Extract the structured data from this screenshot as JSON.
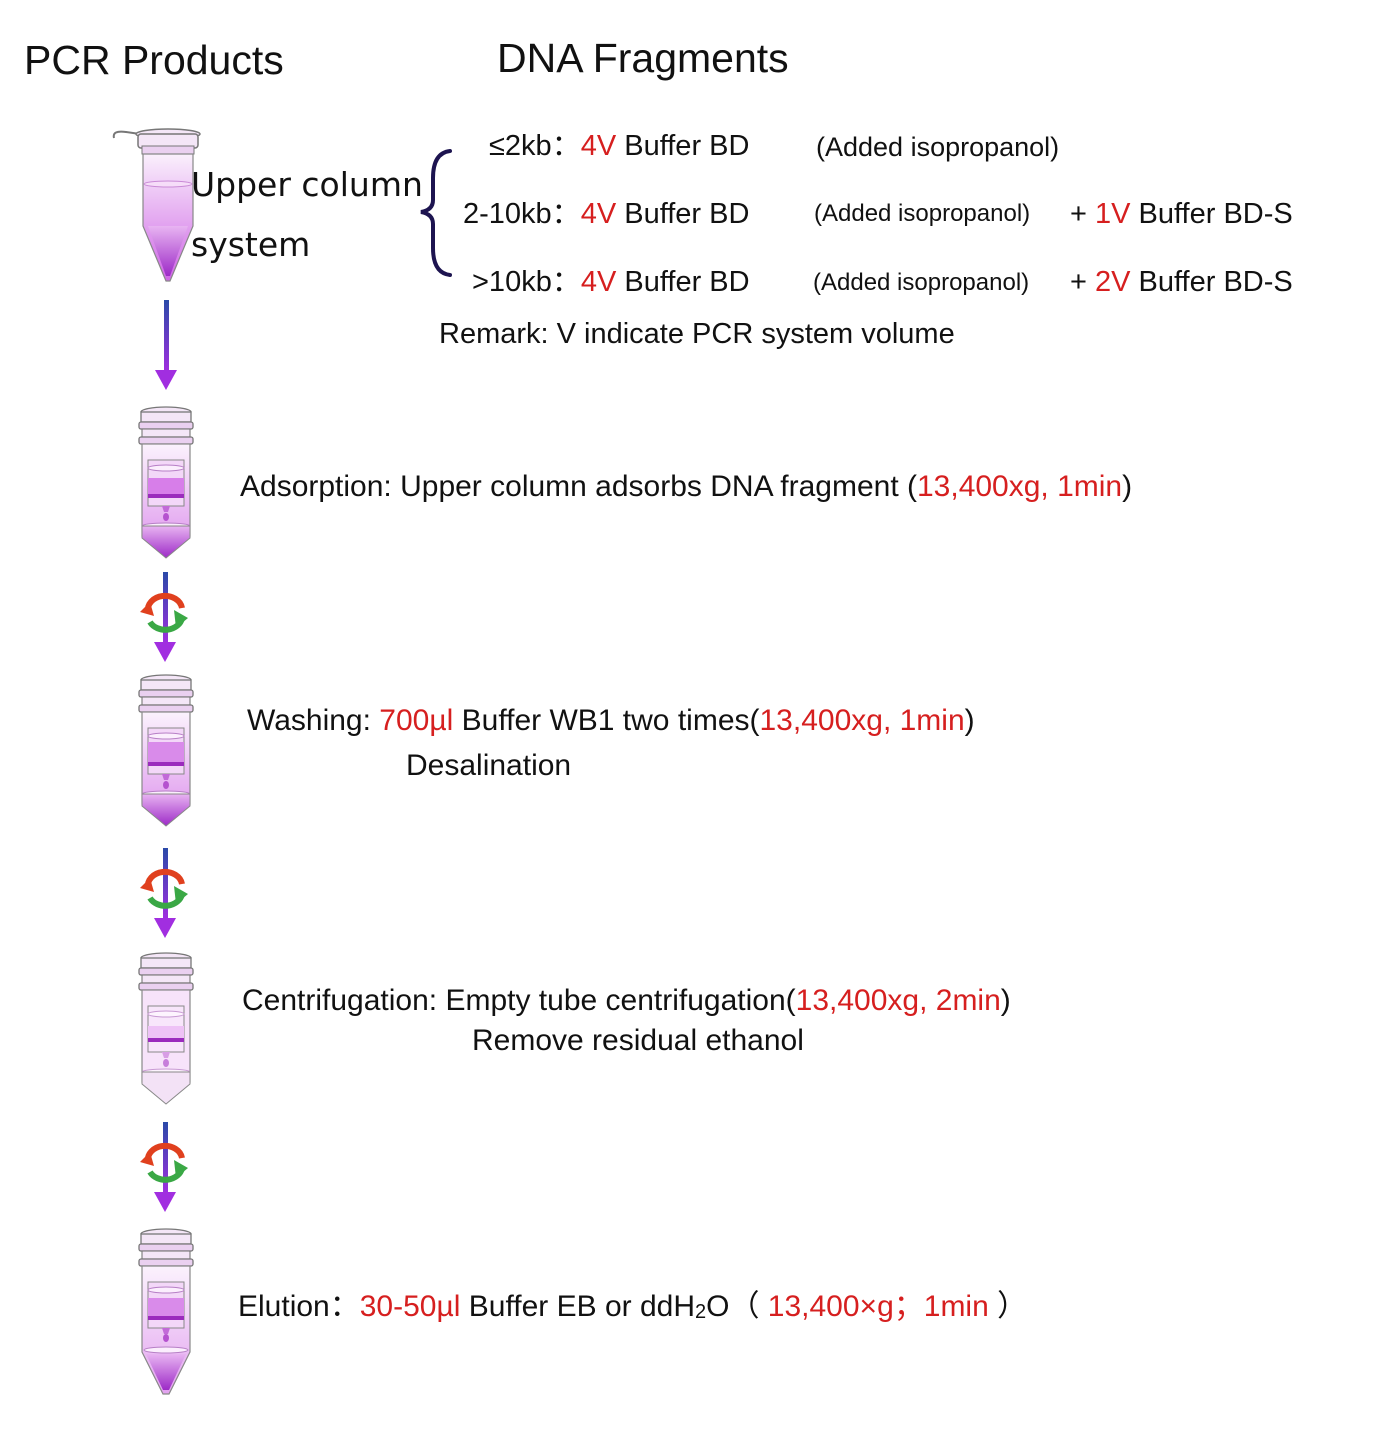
{
  "header": {
    "left_title": "PCR Products",
    "right_title": "DNA Fragments"
  },
  "tube1_label": {
    "line1": "Upper column",
    "line2": "system"
  },
  "conditions": [
    {
      "size": "≤2kb",
      "sep": "：",
      "v1": "4V",
      "b1": "Buffer BD",
      "note": "(Added isopropanol)",
      "plus": "",
      "v2": "",
      "b2": ""
    },
    {
      "size": "2-10kb",
      "sep": "：",
      "v1": "4V",
      "b1": "Buffer BD",
      "note": "(Added isopropanol)",
      "plus": "+",
      "v2": "1V",
      "b2": "Buffer BD-S"
    },
    {
      "size": ">10kb",
      "sep": "：",
      "v1": "4V",
      "b1": "Buffer BD",
      "note": "(Added isopropanol)",
      "plus": "+",
      "v2": "2V",
      "b2": "Buffer BD-S"
    }
  ],
  "remark": "Remark: V indicate PCR system volume",
  "steps": {
    "adsorption": {
      "label": "Adsorption: Upper column adsorbs DNA fragment (",
      "params": "13,400xg, 1min",
      "close": ")"
    },
    "washing": {
      "label": "Washing: ",
      "volume": "700µl",
      "mid": " Buffer WB1 two times(",
      "params": "13,400xg, 1min",
      "close": ")",
      "line2": "Desalination"
    },
    "centrifugation": {
      "label": "Centrifugation: Empty tube centrifugation(",
      "params": "13,400xg, 2min",
      "close": ")",
      "line2": "Remove residual ethanol"
    },
    "elution": {
      "label": "Elution：",
      "volume": "30-50µl",
      "mid": " Buffer EB or ddH",
      "sub": "2",
      "mid2": "O（ ",
      "params": "13,400×g；1min",
      "close": " ）"
    }
  },
  "colors": {
    "text": "#111111",
    "highlight": "#d61f1f",
    "arrow_top": "#2a4aa8",
    "arrow_bottom": "#a12ee0",
    "tube_fill": "#e3a8ee",
    "brace": "#1d1450",
    "rotate_red": "#e0401e",
    "rotate_green": "#3aa845"
  }
}
